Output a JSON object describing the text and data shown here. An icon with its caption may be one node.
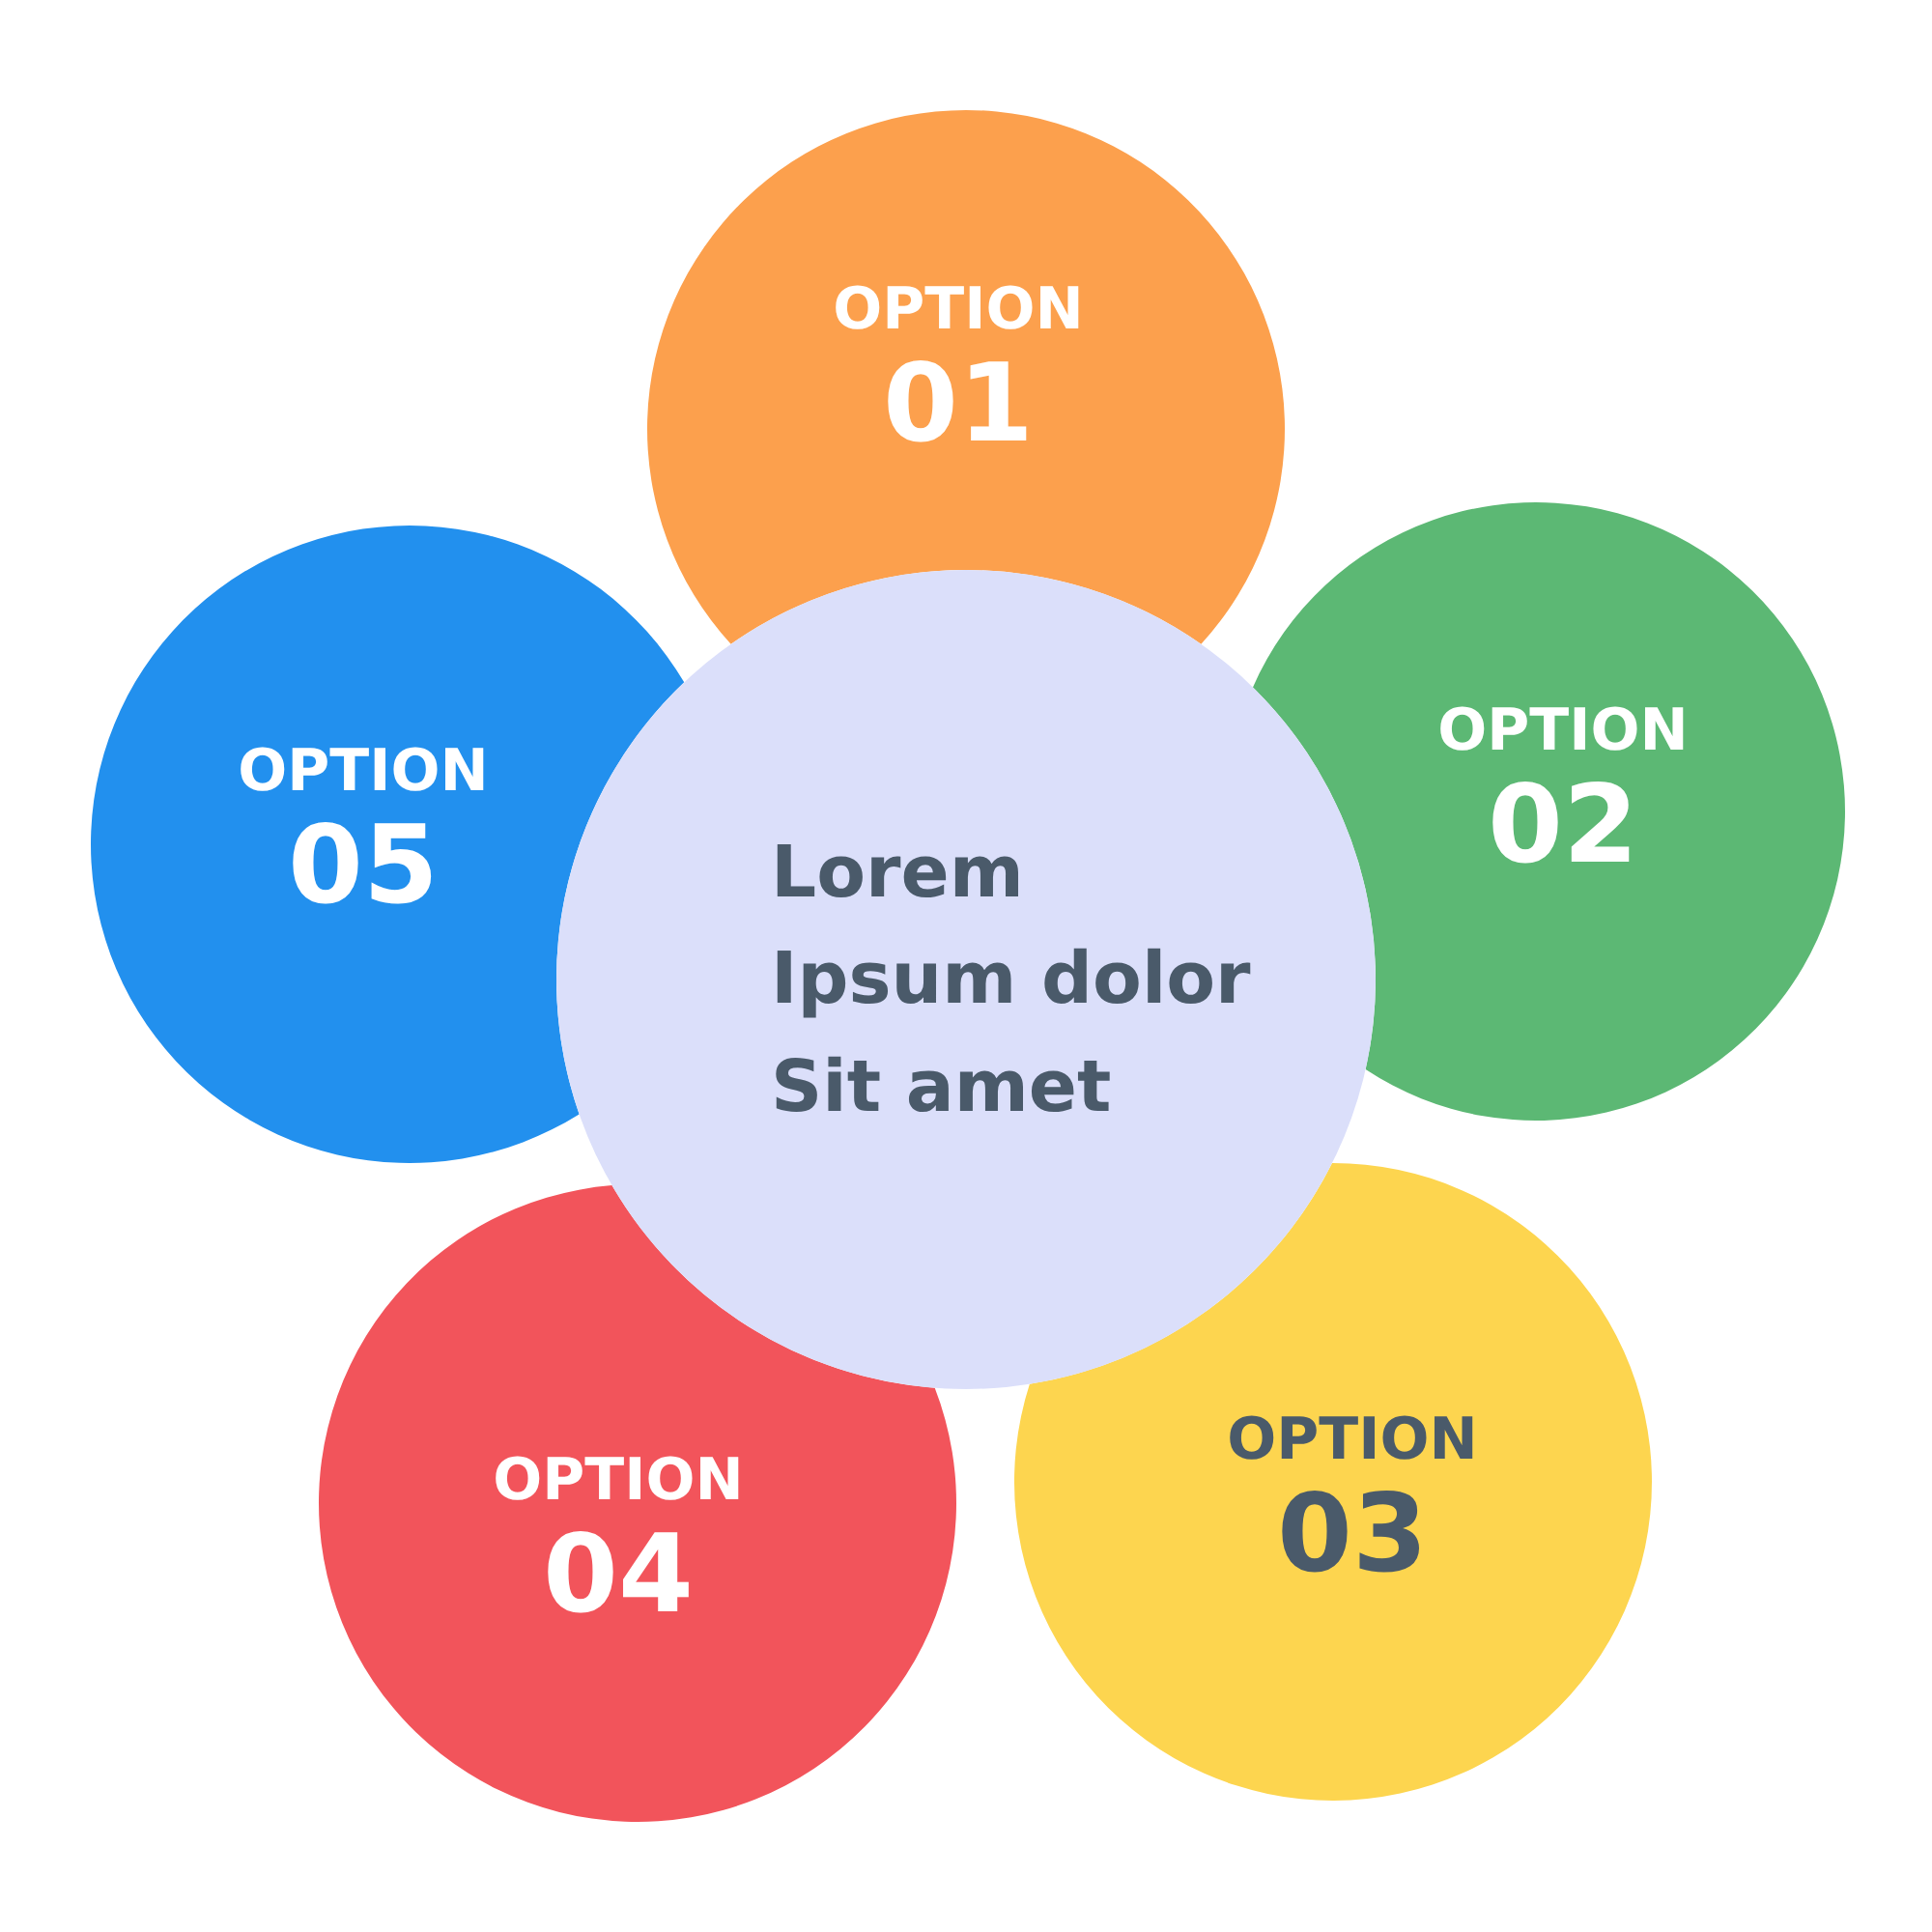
{
  "diagram": {
    "nodes": [
      {
        "text": [
          "Lorem Ipsum dolor Sit amet"
        ]
      },
      {
        "text": [
          "OPTION",
          "01"
        ]
      },
      {
        "text": [
          "OPTION",
          "02"
        ]
      },
      {
        "text": [
          "OPTION",
          "03"
        ]
      },
      {
        "text": [
          "OPTION",
          "04"
        ]
      },
      {
        "text": [
          "OPTION",
          "05"
        ]
      }
    ]
  }
}
